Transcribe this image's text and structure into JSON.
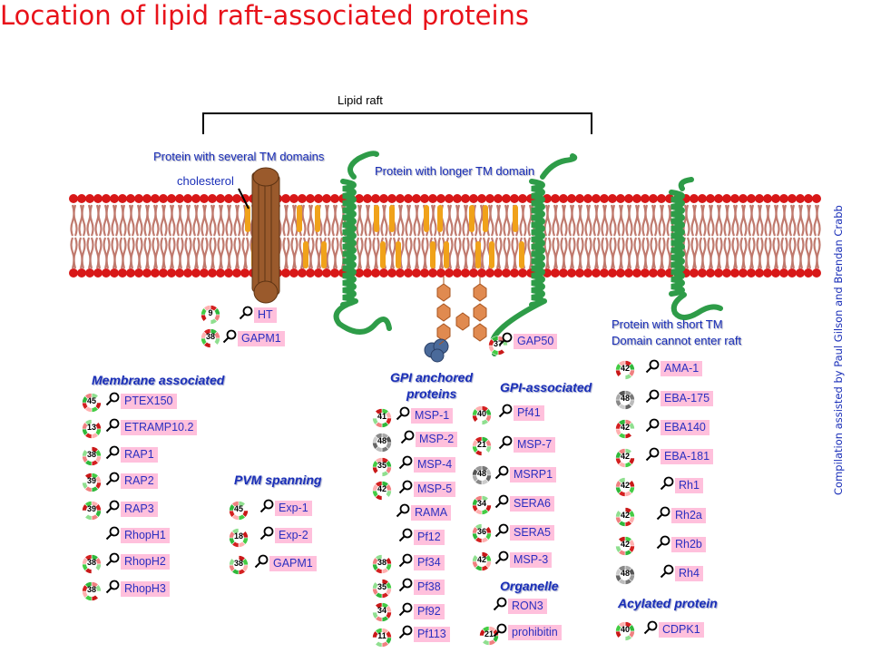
{
  "title": "Location of lipid raft-associated proteins",
  "labels": {
    "lipid_raft": "Lipid raft",
    "several_tm": "Protein with several TM domains",
    "cholesterol": "cholesterol",
    "longer_tm": "Protein with longer TM domain",
    "short_tm_line1": "Protein with short TM",
    "short_tm_line2": "Domain cannot enter raft"
  },
  "sections": {
    "membrane": "Membrane associated",
    "pvm": "PVM spanning",
    "gpi_line1": "GPI anchored",
    "gpi_line2": "proteins",
    "gpi_assoc": "GPI-associated",
    "organelle": "Organelle",
    "acylated": "Acylated protein"
  },
  "credit": "Compilation assisted by Paul Gilson and Brendan Crabb",
  "colors": {
    "title": "#e8121a",
    "label": "#1a2fb8",
    "tag_bg": "#ffc0dc",
    "tag_text": "#2a2fc0",
    "head_red": "#d81818",
    "tail": "#c07a6e",
    "cholesterol": "#f0a21a",
    "tm_green": "#2e9c48",
    "brown_protein": "#9a5a2c",
    "glycan": "#e08a50"
  },
  "proteins": [
    {
      "name": "HT",
      "count": "9"
    },
    {
      "name": "GAPM1",
      "count": "38"
    },
    {
      "name": "GAP50",
      "count": "37"
    },
    {
      "name": "PTEX150",
      "count": "45"
    },
    {
      "name": "ETRAMP10.2",
      "count": "13"
    },
    {
      "name": "RAP1",
      "count": "38"
    },
    {
      "name": "RAP2",
      "count": "39"
    },
    {
      "name": "RAP3",
      "count": "39"
    },
    {
      "name": "RhopH1",
      "count": ""
    },
    {
      "name": "RhopH2",
      "count": "38"
    },
    {
      "name": "RhopH3",
      "count": "38"
    },
    {
      "name": "Exp-1",
      "count": "45"
    },
    {
      "name": "Exp-2",
      "count": "18"
    },
    {
      "name": "GAPM1",
      "count": "38"
    },
    {
      "name": "MSP-1",
      "count": "41"
    },
    {
      "name": "MSP-2",
      "count": "48"
    },
    {
      "name": "MSP-4",
      "count": "35"
    },
    {
      "name": "MSP-5",
      "count": "42"
    },
    {
      "name": "RAMA",
      "count": ""
    },
    {
      "name": "Pf12",
      "count": ""
    },
    {
      "name": "Pf34",
      "count": "38"
    },
    {
      "name": "Pf38",
      "count": "35"
    },
    {
      "name": "Pf92",
      "count": "34"
    },
    {
      "name": "Pf113",
      "count": "11"
    },
    {
      "name": "Pf41",
      "count": "40"
    },
    {
      "name": "MSP-7",
      "count": "21"
    },
    {
      "name": "MSRP1",
      "count": "48"
    },
    {
      "name": "SERA6",
      "count": "34"
    },
    {
      "name": "SERA5",
      "count": "36"
    },
    {
      "name": "MSP-3",
      "count": "42"
    },
    {
      "name": "RON3",
      "count": ""
    },
    {
      "name": "prohibitin",
      "count": "21"
    },
    {
      "name": "AMA-1",
      "count": "42"
    },
    {
      "name": "EBA-175",
      "count": "48"
    },
    {
      "name": "EBA140",
      "count": "42"
    },
    {
      "name": "EBA-181",
      "count": "42"
    },
    {
      "name": "Rh1",
      "count": "42"
    },
    {
      "name": "Rh2a",
      "count": "42"
    },
    {
      "name": "Rh2b",
      "count": "42"
    },
    {
      "name": "Rh4",
      "count": "48"
    },
    {
      "name": "CDPK1",
      "count": "40"
    }
  ]
}
